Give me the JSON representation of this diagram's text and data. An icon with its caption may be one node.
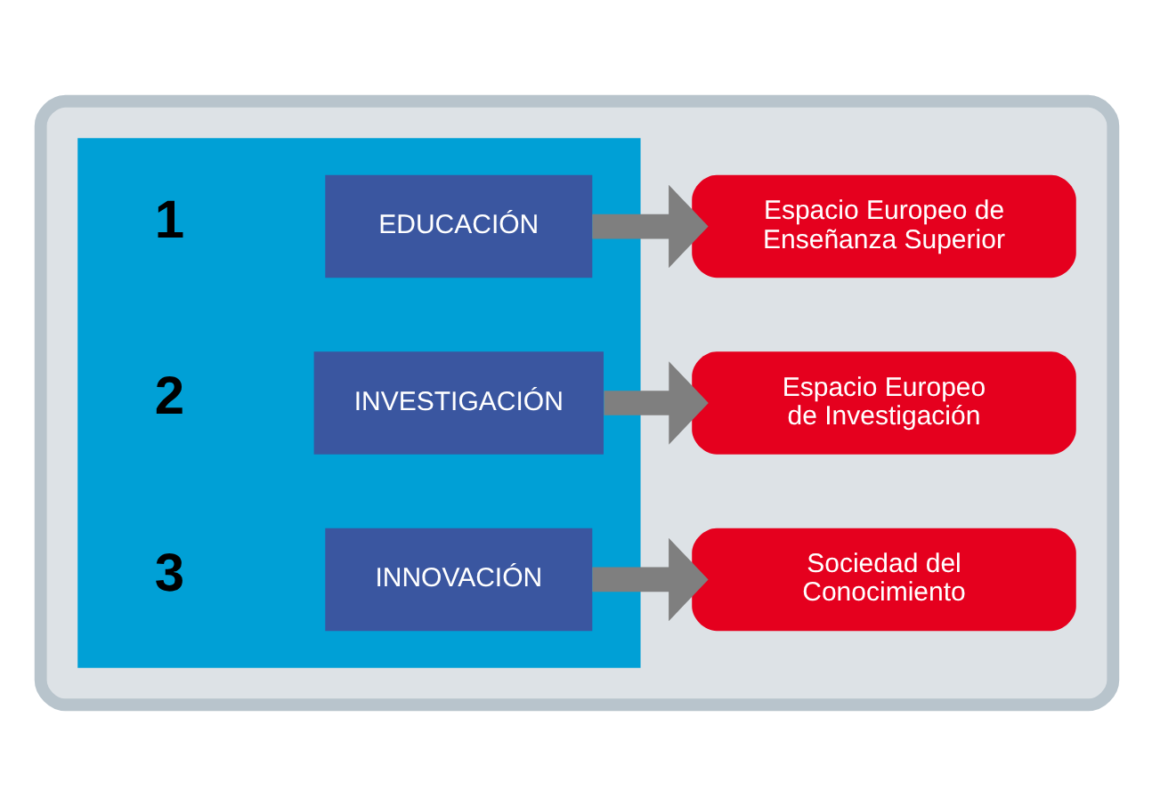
{
  "diagram": {
    "nodes": [
      {
        "text": [],
        "shape": "box"
      },
      {
        "text": [],
        "shape": "box",
        "in": 0
      },
      {
        "text": [
          "EDUCACIÓN"
        ],
        "in": 1,
        "beside": [
          "1"
        ]
      },
      {
        "text": [
          "INVESTIGACIÓN"
        ],
        "in": 1,
        "beside": [
          "2"
        ]
      },
      {
        "text": [
          "INNOVACIÓN"
        ],
        "in": 1,
        "beside": [
          "3"
        ]
      },
      {
        "text": [
          "Espacio Europeo de Enseñanza Superior"
        ],
        "in": 0
      },
      {
        "text": [
          "Espacio Europeo de Investigación"
        ],
        "in": 0
      },
      {
        "text": [
          "Sociedad del Conocimiento"
        ],
        "in": 0
      }
    ],
    "edges": [
      {
        "from": 2,
        "to": 5,
        "arrow": "to"
      },
      {
        "from": 3,
        "to": 6,
        "arrow": "to"
      },
      {
        "from": 4,
        "to": 7,
        "arrow": "to"
      }
    ]
  }
}
